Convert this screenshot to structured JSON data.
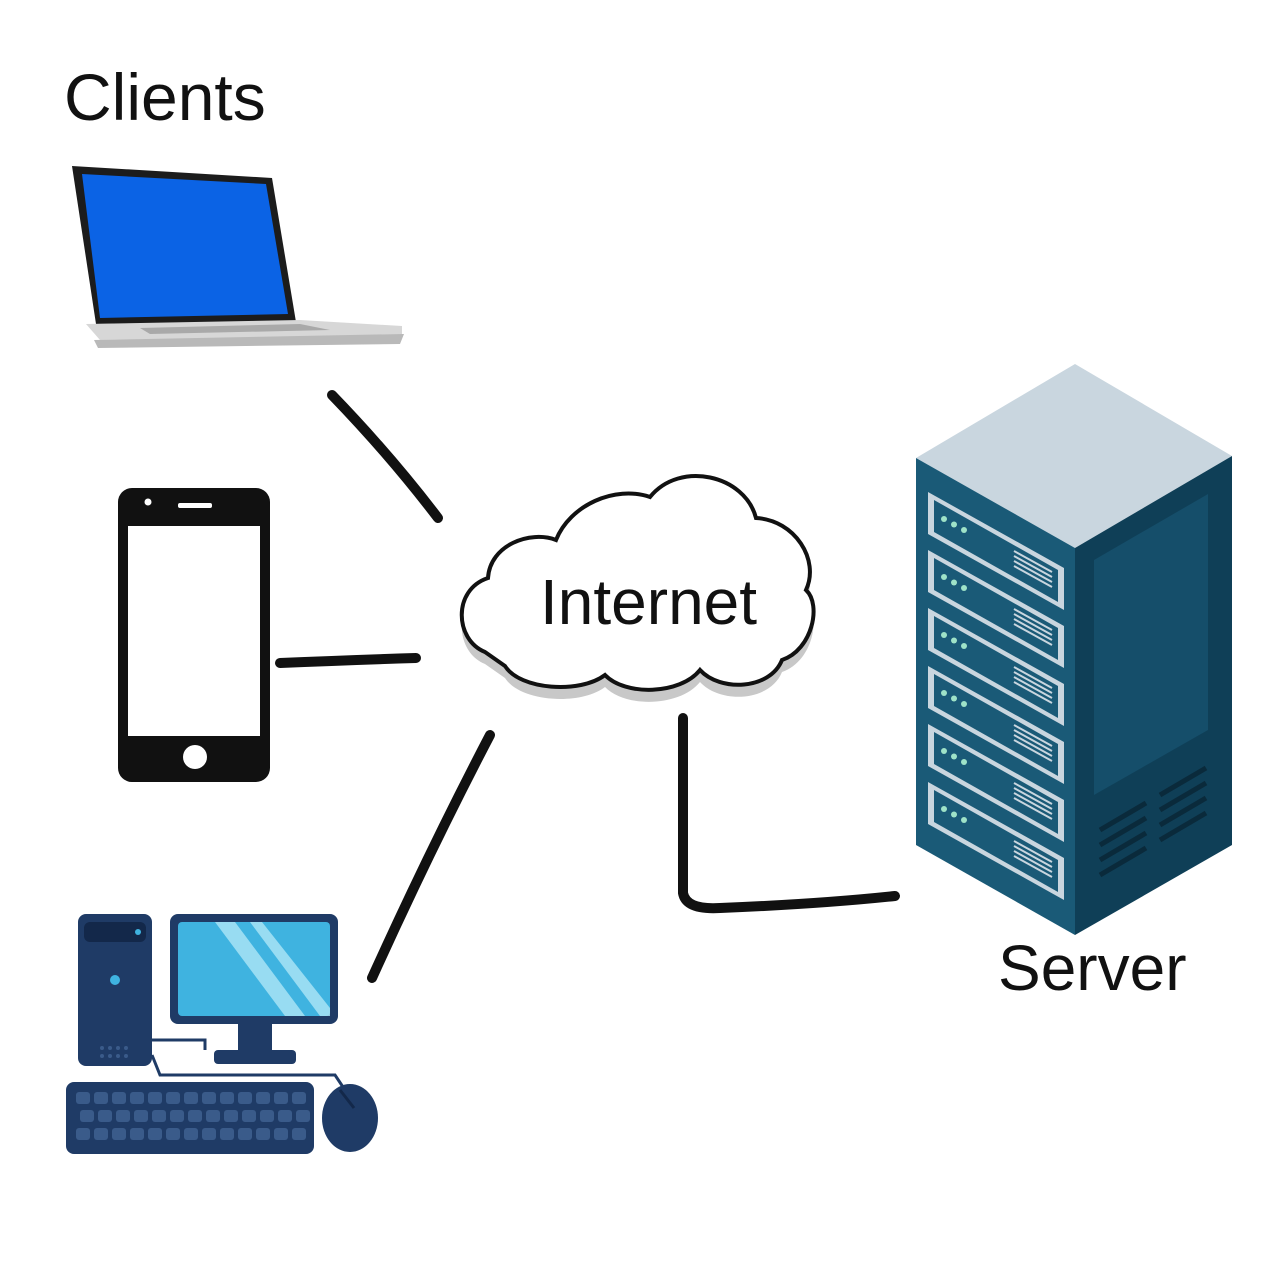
{
  "labels": {
    "clients": "Clients",
    "internet": "Internet",
    "server": "Server"
  },
  "nodes": {
    "laptop": {
      "icon": "laptop-icon",
      "screen_color": "#0b63e5"
    },
    "phone": {
      "icon": "smartphone-icon",
      "body_color": "#111111"
    },
    "desktop": {
      "icon": "desktop-computer-icon",
      "accent_color": "#3fb3e0",
      "body_color": "#1f3b66"
    },
    "cloud": {
      "icon": "cloud-icon"
    },
    "server": {
      "icon": "server-rack-icon",
      "top_color": "#c9d6df",
      "side_color": "#0f3f57"
    }
  },
  "connections": [
    {
      "from": "laptop",
      "to": "cloud"
    },
    {
      "from": "phone",
      "to": "cloud"
    },
    {
      "from": "desktop",
      "to": "cloud"
    },
    {
      "from": "cloud",
      "to": "server"
    }
  ]
}
